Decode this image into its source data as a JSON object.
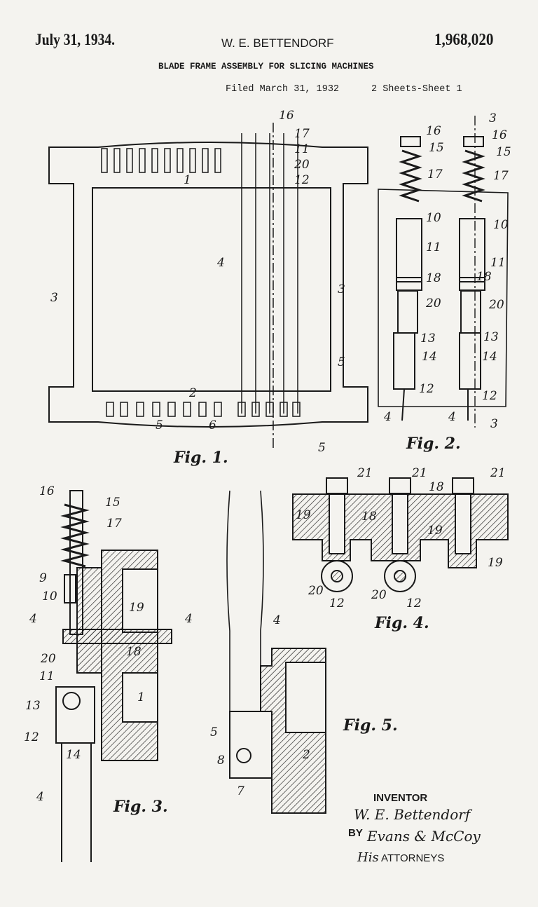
{
  "header": {
    "date": "July 31, 1934.",
    "inventor": "W. E. BETTENDORF",
    "patent_number": "1,968,020",
    "title": "BLADE FRAME ASSEMBLY FOR SLICING MACHINES",
    "filed": "Filed March 31, 1932",
    "sheets": "2 Sheets-Sheet  1"
  },
  "figures": {
    "fig1": {
      "caption": "Fig. 1.",
      "labels": [
        "16",
        "17",
        "11",
        "20",
        "12",
        "1",
        "4",
        "3",
        "3",
        "5",
        "2",
        "5",
        "6",
        "5"
      ]
    },
    "fig2": {
      "caption": "Fig. 2.",
      "labels": [
        "3",
        "16",
        "15",
        "17",
        "16",
        "15",
        "17",
        "10",
        "10",
        "11",
        "11",
        "18",
        "18",
        "20",
        "20",
        "13",
        "14",
        "13",
        "14",
        "12",
        "12",
        "4",
        "4",
        "3"
      ]
    },
    "fig3": {
      "caption": "Fig. 3.",
      "labels": [
        "16",
        "15",
        "17",
        "9",
        "10",
        "4",
        "4",
        "19",
        "18",
        "20",
        "11",
        "13",
        "1",
        "14",
        "12",
        "4"
      ]
    },
    "fig4": {
      "caption": "Fig. 4.",
      "labels": [
        "21",
        "18",
        "21",
        "21",
        "19",
        "18",
        "19",
        "19",
        "20",
        "20",
        "12",
        "12"
      ]
    },
    "fig5": {
      "caption": "Fig. 5.",
      "labels": [
        "4",
        "5",
        "8",
        "7",
        "2"
      ]
    }
  },
  "signature": {
    "inventor_heading": "INVENTOR",
    "inventor_signature": "W. E. Bettendorf",
    "by": "BY",
    "attorney_signature": "Evans & McCoy",
    "his": "His",
    "attorneys": "ATTORNEYS"
  }
}
